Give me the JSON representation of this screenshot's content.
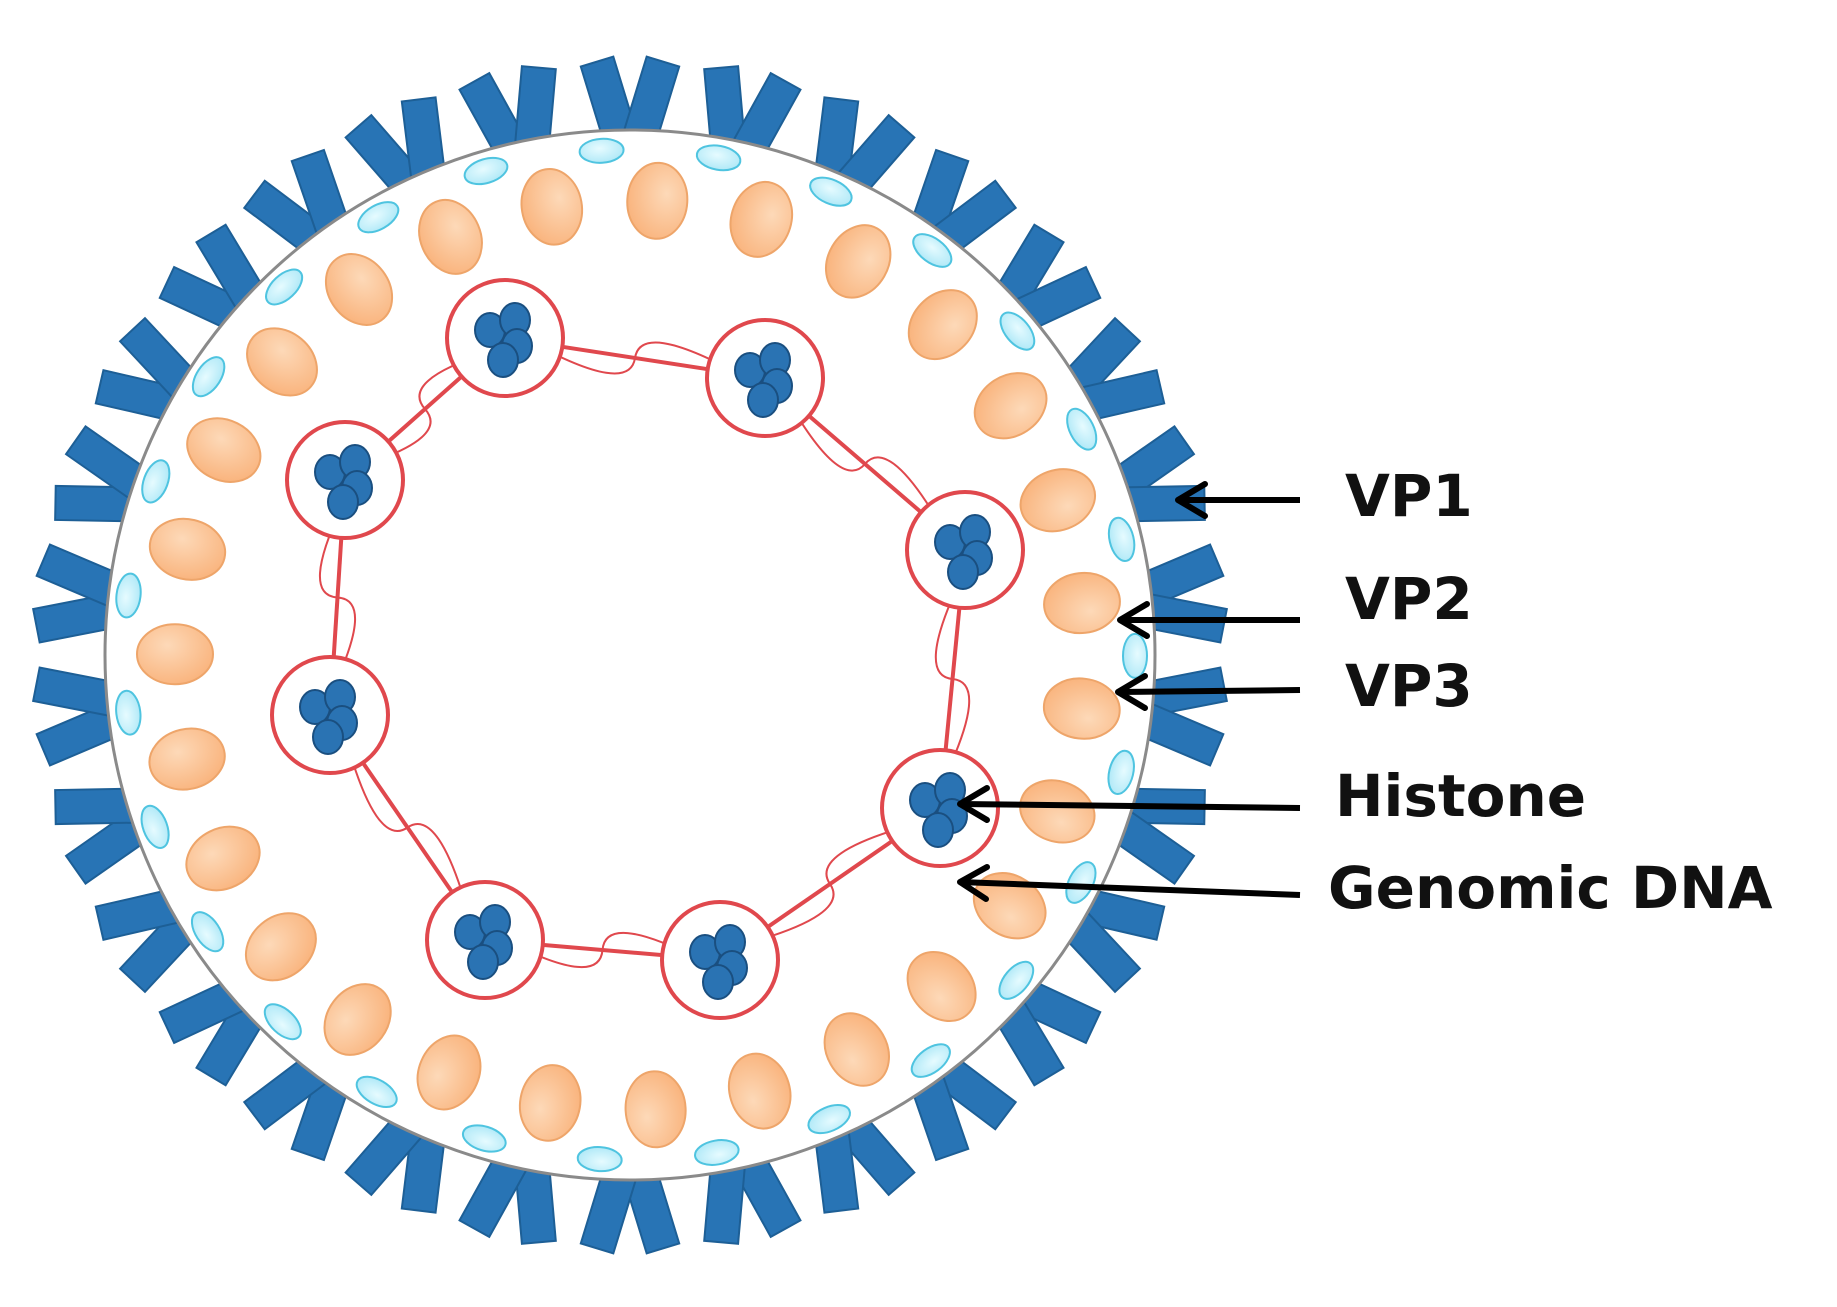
{
  "labels": {
    "vp1": "VP1",
    "vp2": "VP2",
    "vp3": "VP3",
    "histone": "Histone",
    "genomic_dna": "Genomic DNA"
  },
  "colors": {
    "vp1": "#2874b5",
    "vp1_stroke": "#1d5f96",
    "vp3": "#fbc08f",
    "vp3_stroke": "#eea56a",
    "vp2": "#c6f1fa",
    "vp2_stroke": "#4fc4e0",
    "dna": "#e0484d",
    "histone": "#2a73b3",
    "histone_stroke": "#1a4f80",
    "membrane": "#8a8a8a",
    "text": "#111111"
  },
  "icons": {
    "vp1": "vp1-capsomer-icon",
    "vp2": "vp2-protein-icon",
    "vp3": "vp3-protein-icon",
    "histone": "histone-cluster-icon",
    "genomic_dna": "dna-strand-icon"
  }
}
